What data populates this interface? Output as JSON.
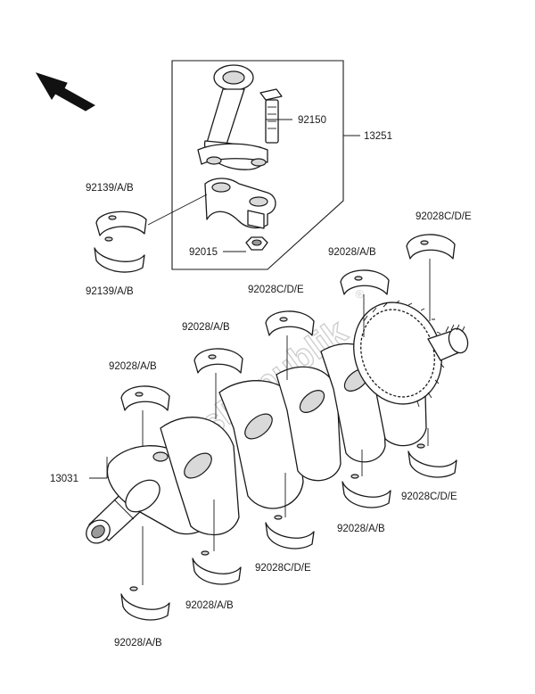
{
  "watermark": {
    "text": "PartsRepublik",
    "suffix": "®"
  },
  "labels": {
    "rod_assy": "13251",
    "rod_bolt": "92150",
    "rod_nut": "92015",
    "rod_bearing_upper": "92139/A/B",
    "rod_bearing_lower": "92139/A/B",
    "crankshaft": "13031",
    "main_top_1": "92028/A/B",
    "main_top_2": "92028/A/B",
    "main_top_3": "92028C/D/E",
    "main_top_4": "92028/A/B",
    "main_top_5": "92028C/D/E",
    "main_bot_1": "92028/A/B",
    "main_bot_2": "92028/A/B",
    "main_bot_3": "92028C/D/E",
    "main_bot_4": "92028/A/B",
    "main_bot_5": "92028C/D/E"
  },
  "icons": {
    "front_arrow": "front-direction-arrow-icon"
  }
}
